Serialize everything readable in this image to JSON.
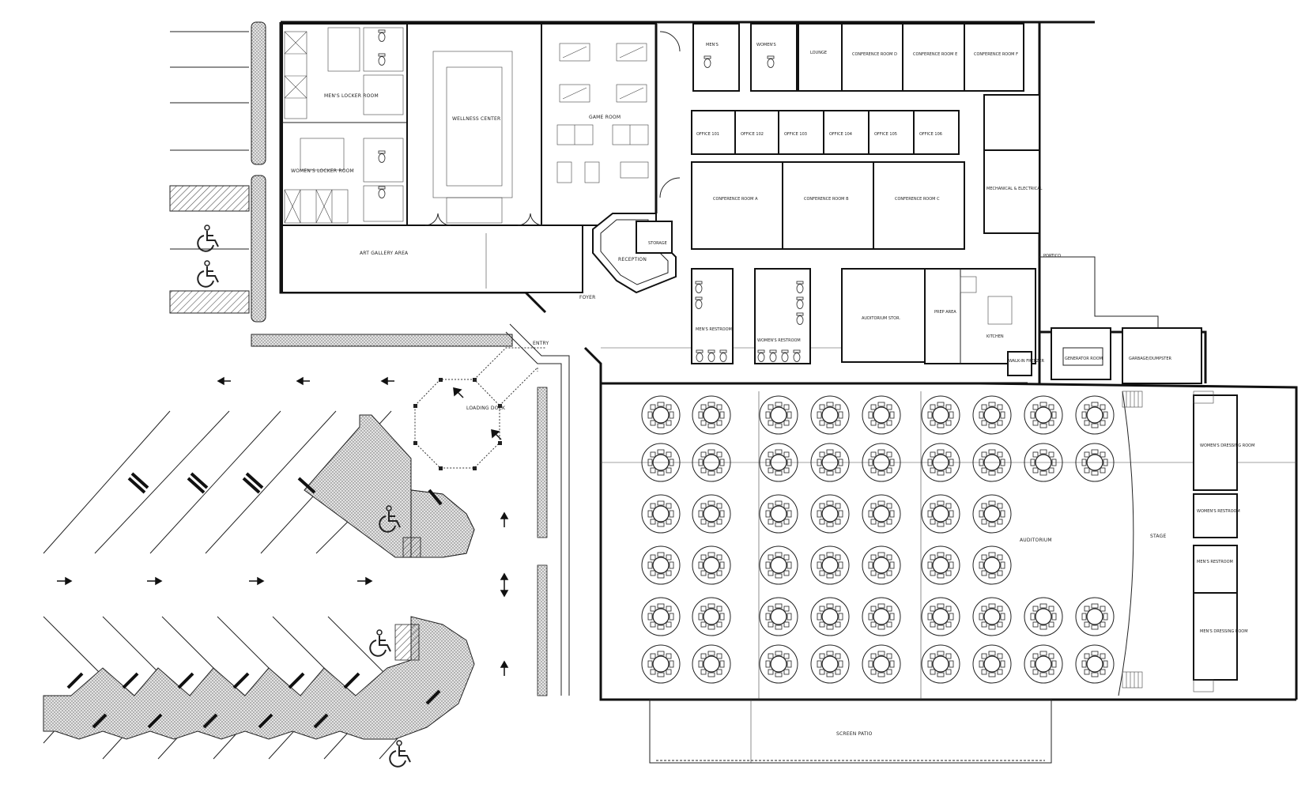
{
  "plan": {
    "rooms": [
      {
        "id": "mens",
        "label": "MEN'S"
      },
      {
        "id": "womens",
        "label": "WOMEN'S"
      },
      {
        "id": "lounge",
        "label": "LOUNGE"
      },
      {
        "id": "conf_d",
        "label": "CONFERENCE ROOM D"
      },
      {
        "id": "conf_e",
        "label": "CONFERENCE ROOM E"
      },
      {
        "id": "conf_f",
        "label": "CONFERENCE ROOM F"
      },
      {
        "id": "mens_locker",
        "label": "MEN'S LOCKER ROOM"
      },
      {
        "id": "womens_locker",
        "label": "WOMEN'S LOCKER ROOM"
      },
      {
        "id": "wellness",
        "label": "WELLNESS CENTER"
      },
      {
        "id": "game",
        "label": "GAME ROOM"
      },
      {
        "id": "office_101",
        "label": "OFFICE 101"
      },
      {
        "id": "office_102",
        "label": "OFFICE 102"
      },
      {
        "id": "office_103",
        "label": "OFFICE 103"
      },
      {
        "id": "office_104",
        "label": "OFFICE 104"
      },
      {
        "id": "office_105",
        "label": "OFFICE 105"
      },
      {
        "id": "office_106",
        "label": "OFFICE 106"
      },
      {
        "id": "conf_a",
        "label": "CONFERENCE ROOM A"
      },
      {
        "id": "conf_b",
        "label": "CONFERENCE ROOM B"
      },
      {
        "id": "conf_c",
        "label": "CONFERENCE ROOM C"
      },
      {
        "id": "mech",
        "label": "MECHANICAL & ELECTRICAL"
      },
      {
        "id": "storage",
        "label": "STORAGE"
      },
      {
        "id": "reception",
        "label": "RECEPTION"
      },
      {
        "id": "art_gallery",
        "label": "ART GALLERY AREA"
      },
      {
        "id": "foyer",
        "label": "FOYER"
      },
      {
        "id": "entry",
        "label": "ENTRY"
      },
      {
        "id": "portico",
        "label": "PORTICO"
      },
      {
        "id": "loading_dock",
        "label": "LOADING DOCK"
      },
      {
        "id": "mens_restroom",
        "label": "MEN'S RESTROOM"
      },
      {
        "id": "womens_restroom",
        "label": "WOMEN'S RESTROOM"
      },
      {
        "id": "auditorium_stor",
        "label": "AUDITORIUM STOR."
      },
      {
        "id": "prep_area",
        "label": "PREP AREA"
      },
      {
        "id": "kitchen",
        "label": "KITCHEN"
      },
      {
        "id": "walkin_freezer",
        "label": "WALK-IN FREEZER"
      },
      {
        "id": "generator",
        "label": "GENERATOR ROOM"
      },
      {
        "id": "garbage",
        "label": "GARBAGE/DUMPSTER"
      },
      {
        "id": "womens_dressing",
        "label": "WOMEN'S DRESSING ROOM"
      },
      {
        "id": "womens_restroom_stage",
        "label": "WOMEN'S RESTROOM"
      },
      {
        "id": "mens_restroom_stage",
        "label": "MEN'S RESTROOM"
      },
      {
        "id": "mens_dressing",
        "label": "MEN'S DRESSING ROOM"
      },
      {
        "id": "auditorium",
        "label": "AUDITORIUM"
      },
      {
        "id": "stage",
        "label": "STAGE"
      },
      {
        "id": "screen_patio",
        "label": "SCREEN PATIO"
      }
    ],
    "colors": {
      "line": "#111111",
      "paper": "#ffffff",
      "hatch": "#555555",
      "stipple": "#d8d8d8"
    },
    "icons": [
      "accessible-parking-icon",
      "traffic-arrow-icon",
      "round-table-icon",
      "toilet-icon",
      "door-swing-icon"
    ]
  }
}
